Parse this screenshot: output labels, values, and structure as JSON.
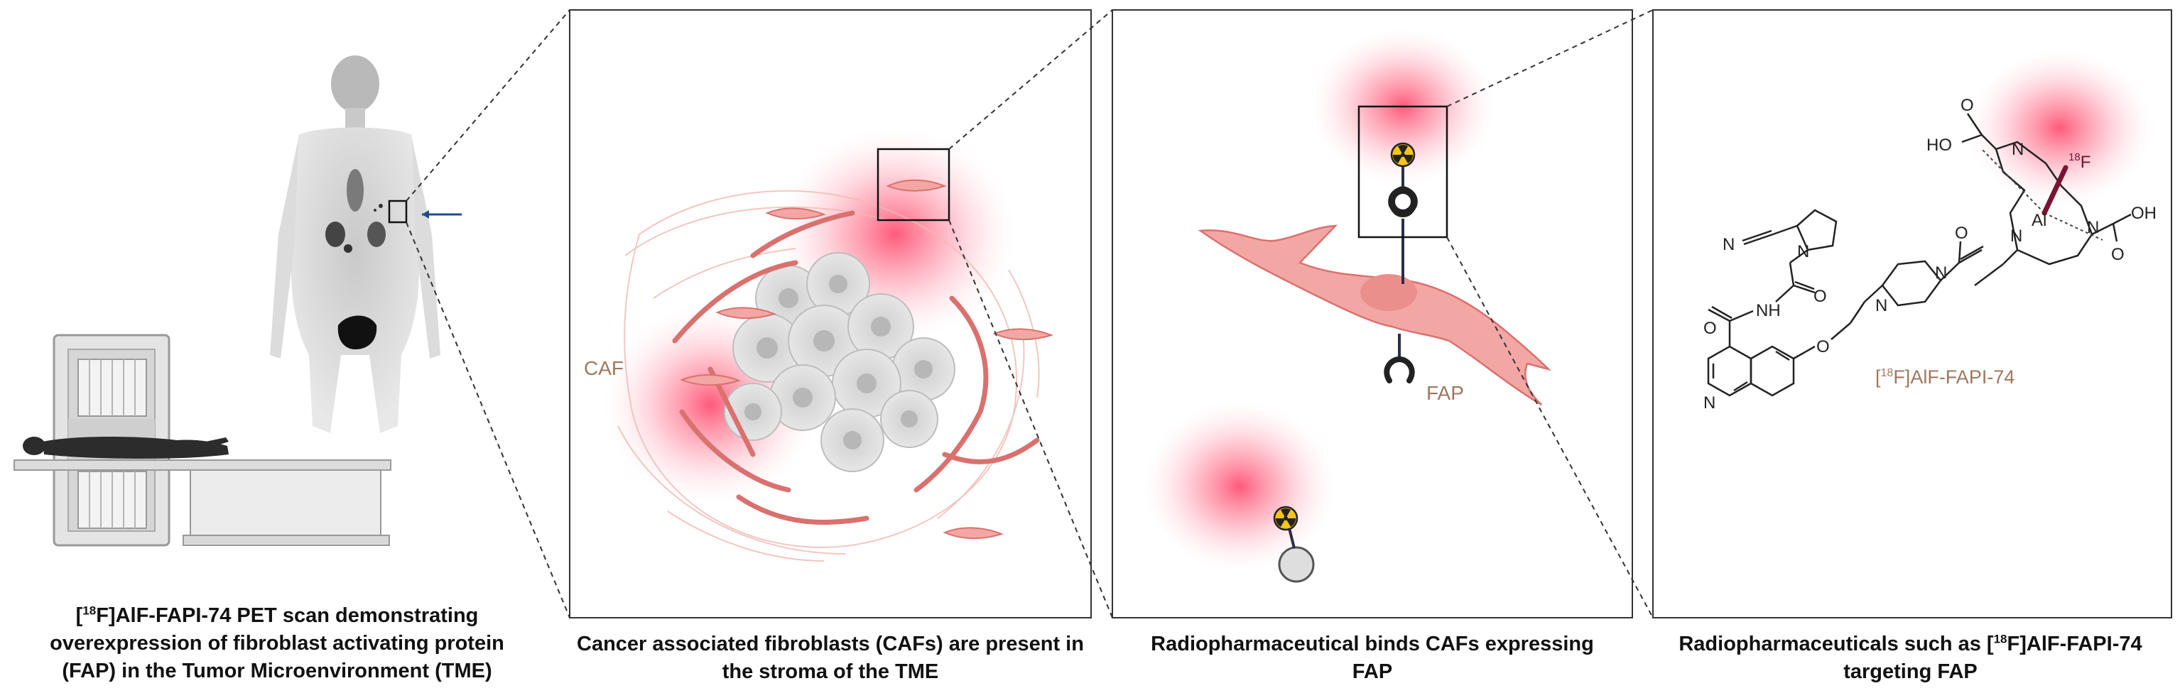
{
  "labels": {
    "caf": "CAF",
    "fap": "FAP",
    "compound": "AlF-FAPI-74",
    "compound_prefix": "18",
    "fluorine": "F",
    "fluorine_mass": "18",
    "aluminium": "Al",
    "nitrile": "N",
    "ho_1": "HO",
    "oh_1": "OH",
    "nh": "NH",
    "n_generic": "N",
    "o_generic": "O"
  },
  "captions": {
    "panel1_line1_pre": "[",
    "panel1_line1_sup": "18",
    "panel1_line1_post": "F]AlF-FAPI-74 PET scan demonstrating",
    "panel1_line2": "overexpression of fibroblast activating protein",
    "panel1_line3": "(FAP) in the Tumor Microenvironment (TME)",
    "panel2_line1": "Cancer associated fibroblasts (CAFs) are present in",
    "panel2_line2": "the stroma of the TME",
    "panel3_line1": "Radiopharmaceutical binds CAFs expressing",
    "panel3_line2": "FAP",
    "panel4_line1_pre": "Radiopharmaceuticals such as [",
    "panel4_line1_sup": "18",
    "panel4_line1_post": "F]AlF-FAPI-74",
    "panel4_line2": "targeting FAP"
  },
  "colors": {
    "glow": "#ff5a78",
    "fibroblast": "#f3a7a5",
    "fibroblast_dark": "#d96b6b",
    "label_brown": "#a0775e",
    "line": "#222222",
    "radiation_yellow": "#f5c518"
  }
}
